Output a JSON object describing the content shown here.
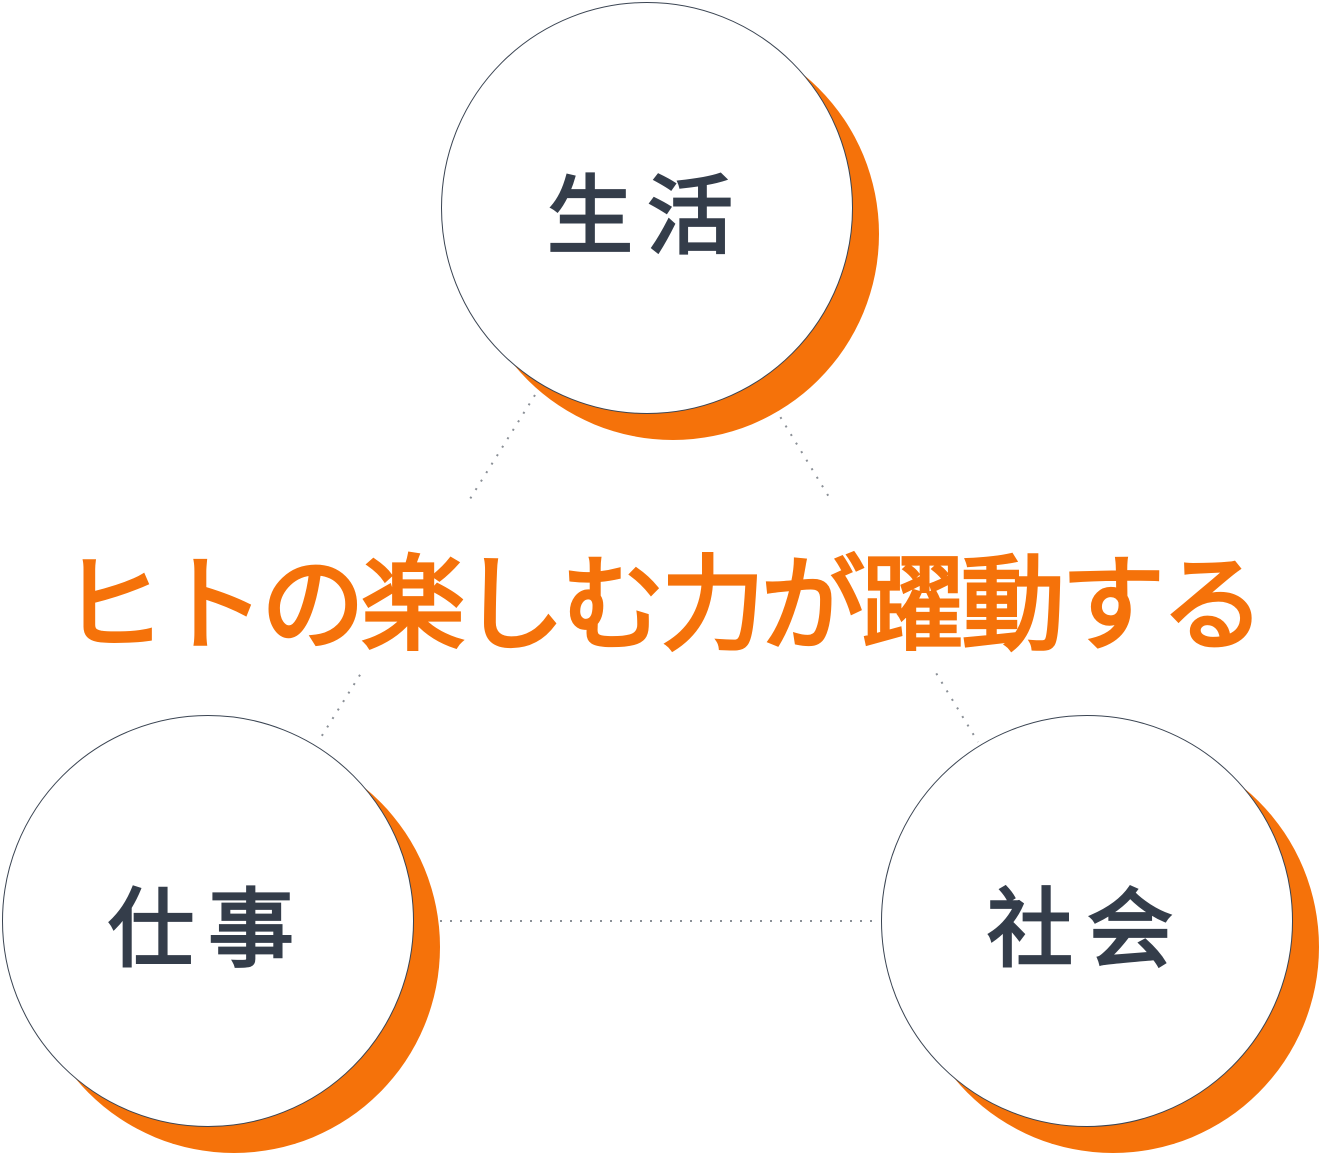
{
  "title": "ヒトの楽しむ力が躍動する",
  "nodes": {
    "top": "生活",
    "left": "仕事",
    "right": "社会"
  },
  "colors": {
    "accent": "#f5720a",
    "text": "#343d4a"
  }
}
